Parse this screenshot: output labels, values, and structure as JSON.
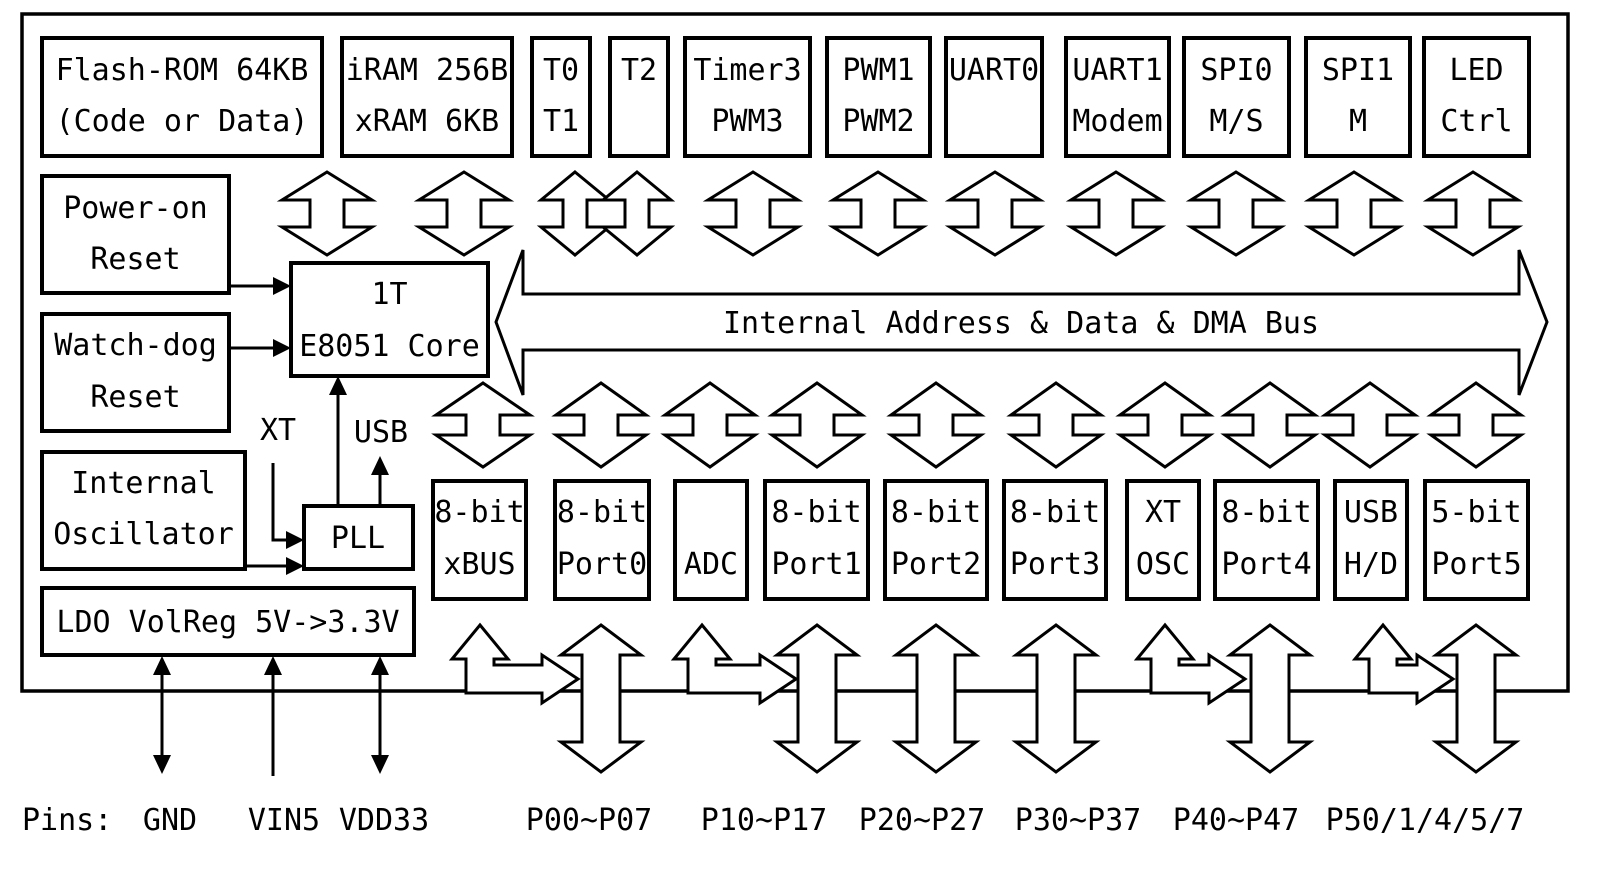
{
  "title": "E8051 MCU Block Diagram",
  "colors": {
    "stroke": "#000000",
    "background": "#ffffff"
  },
  "top_blocks": [
    {
      "id": "flash",
      "lines": [
        "Flash-ROM 64KB",
        "(Code or Data)"
      ]
    },
    {
      "id": "ram",
      "lines": [
        "iRAM 256B",
        "xRAM 6KB"
      ]
    },
    {
      "id": "t0t1",
      "lines": [
        "T0",
        "T1"
      ]
    },
    {
      "id": "t2",
      "lines": [
        "T2",
        ""
      ]
    },
    {
      "id": "timer3",
      "lines": [
        "Timer3",
        "PWM3"
      ]
    },
    {
      "id": "pwm12",
      "lines": [
        "PWM1",
        "PWM2"
      ]
    },
    {
      "id": "uart0",
      "lines": [
        "UART0",
        ""
      ]
    },
    {
      "id": "uart1",
      "lines": [
        "UART1",
        "Modem"
      ]
    },
    {
      "id": "spi0",
      "lines": [
        "SPI0",
        "M/S"
      ]
    },
    {
      "id": "spi1",
      "lines": [
        "SPI1",
        "M"
      ]
    },
    {
      "id": "led",
      "lines": [
        "LED",
        "Ctrl"
      ]
    }
  ],
  "left_blocks": [
    {
      "id": "por",
      "lines": [
        "Power-on",
        "Reset"
      ]
    },
    {
      "id": "wdt",
      "lines": [
        "Watch-dog",
        "Reset"
      ]
    },
    {
      "id": "osc",
      "lines": [
        "Internal",
        "Oscillator"
      ]
    },
    {
      "id": "ldo",
      "lines": [
        "LDO VolReg 5V->3.3V"
      ]
    }
  ],
  "core": {
    "lines": [
      "1T",
      "E8051 Core"
    ]
  },
  "pll": {
    "label": "PLL",
    "input_label": "XT",
    "output_label": "USB"
  },
  "bus": {
    "label": "Internal Address & Data & DMA Bus"
  },
  "bottom_blocks": [
    {
      "id": "xbus",
      "lines": [
        "8-bit",
        "xBUS"
      ]
    },
    {
      "id": "port0",
      "lines": [
        "8-bit",
        "Port0"
      ]
    },
    {
      "id": "adc",
      "lines": [
        "",
        "ADC"
      ]
    },
    {
      "id": "port1",
      "lines": [
        "8-bit",
        "Port1"
      ]
    },
    {
      "id": "port2",
      "lines": [
        "8-bit",
        "Port2"
      ]
    },
    {
      "id": "port3",
      "lines": [
        "8-bit",
        "Port3"
      ]
    },
    {
      "id": "xtosc",
      "lines": [
        "XT",
        "OSC"
      ]
    },
    {
      "id": "port4",
      "lines": [
        "8-bit",
        "Port4"
      ]
    },
    {
      "id": "usbhd",
      "lines": [
        "USB",
        "H/D"
      ]
    },
    {
      "id": "port5",
      "lines": [
        "5-bit",
        "Port5"
      ]
    }
  ],
  "pins": {
    "prefix": "Pins:",
    "power": [
      "GND",
      "VIN5",
      "VDD33"
    ],
    "ports": [
      "P00~P07",
      "P10~P17",
      "P20~P27",
      "P30~P37",
      "P40~P47",
      "P50/1/4/5/7"
    ]
  }
}
